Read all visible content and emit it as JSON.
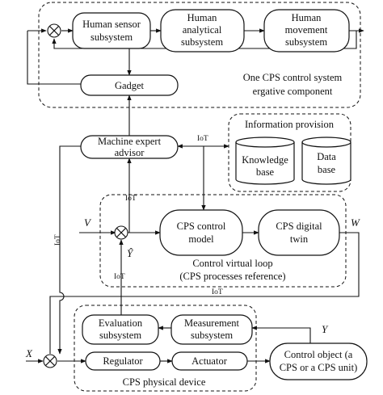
{
  "blocks": {
    "human_sensor": [
      "Human sensor",
      "subsystem"
    ],
    "human_analytical": [
      "Human",
      "analytical",
      "subsystem"
    ],
    "human_movement": [
      "Human",
      "movement",
      "subsystem"
    ],
    "gadget": "Gadget",
    "machine_expert": [
      "Machine expert",
      "advisor"
    ],
    "knowledge_base": [
      "Knowledge",
      "base"
    ],
    "data_base": [
      "Data",
      "base"
    ],
    "cps_control_model": [
      "CPS control",
      "model"
    ],
    "cps_digital_twin": [
      "CPS digital",
      "twin"
    ],
    "evaluation": [
      "Evaluation",
      "subsystem"
    ],
    "measurement": [
      "Measurement",
      "subsystem"
    ],
    "regulator": "Regulator",
    "actuator": "Actuator",
    "control_object": [
      "Control object (a",
      "CPS or a CPS unit)"
    ]
  },
  "groups": {
    "cps_control_system": [
      "One CPS control system",
      "ergative component"
    ],
    "information_provision": "Information provision",
    "control_virtual_loop": [
      "Control virtual loop",
      "(CPS processes reference)"
    ],
    "cps_physical_device": "CPS physical device"
  },
  "signals": {
    "iot": "IoT",
    "v": "V",
    "w": "W",
    "y": "Y",
    "x": "X",
    "y_hat": "Ŷ"
  }
}
